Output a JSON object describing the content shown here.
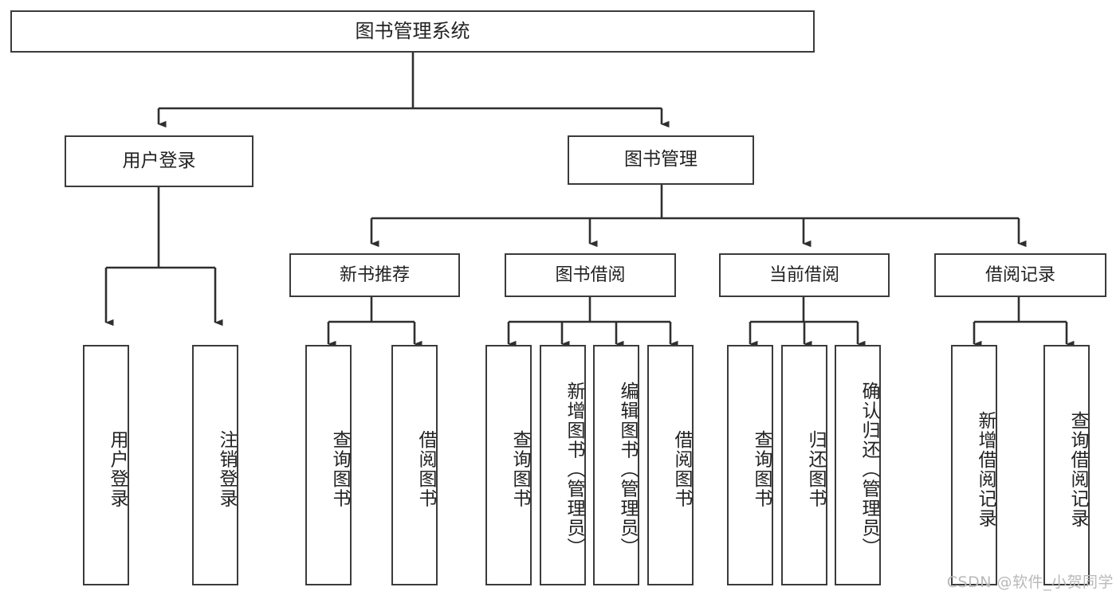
{
  "diagram": {
    "type": "tree-hierarchy",
    "title": "图书管理系统",
    "watermark": "CSDN @软件_小贺同学",
    "colors": {
      "box_border": "#3b3b3b",
      "box_fill": "#ffffff",
      "connector": "#2f2f2f",
      "text": "#222222",
      "watermark": "#b9b9b9"
    },
    "nodes": {
      "root": {
        "label": "图书管理系统"
      },
      "level2": [
        {
          "label": "用户登录"
        },
        {
          "label": "图书管理"
        }
      ],
      "level3": [
        {
          "label": "新书推荐"
        },
        {
          "label": "图书借阅"
        },
        {
          "label": "当前借阅"
        },
        {
          "label": "借阅记录"
        }
      ],
      "leaves": {
        "user_login": [
          {
            "label": "用户登录"
          },
          {
            "label": "注销登录"
          }
        ],
        "new_book_recommend": [
          {
            "label": "查询图书"
          },
          {
            "label": "借阅图书"
          }
        ],
        "book_borrow": [
          {
            "label": "查询图书"
          },
          {
            "label": "新增图书（管理员）"
          },
          {
            "label": "编辑图书（管理员）"
          },
          {
            "label": "借阅图书"
          }
        ],
        "current_borrow": [
          {
            "label": "查询图书"
          },
          {
            "label": "归还图书"
          },
          {
            "label": "确认归还（管理员）"
          }
        ],
        "borrow_record": [
          {
            "label": "新增借阅记录"
          },
          {
            "label": "查询借阅记录"
          }
        ]
      }
    }
  }
}
